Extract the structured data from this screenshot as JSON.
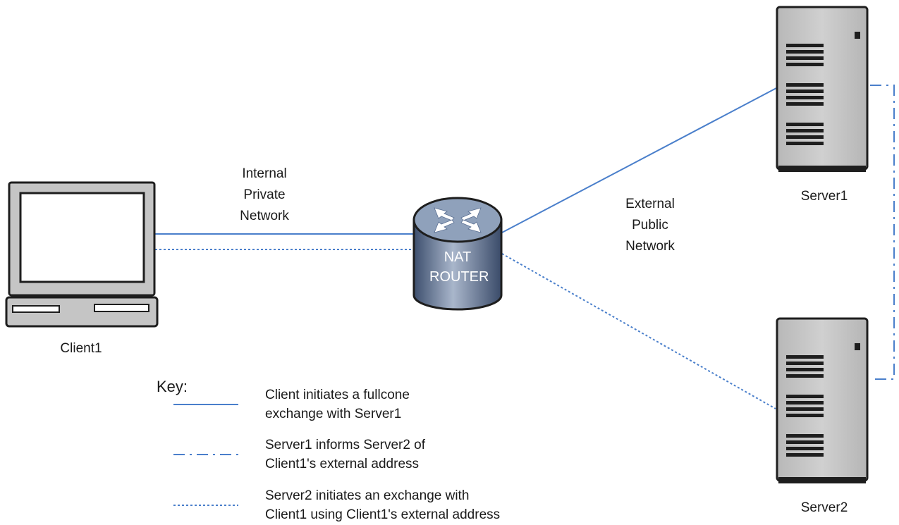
{
  "labels": {
    "internal_network": [
      "Internal",
      "Private",
      "Network"
    ],
    "external_network": [
      "External",
      "Public",
      "Network"
    ],
    "router": [
      "NAT",
      "ROUTER"
    ],
    "client": "Client1",
    "server1": "Server1",
    "server2": "Server2"
  },
  "key": {
    "title": "Key:",
    "items": [
      {
        "style": "solid",
        "text": [
          "Client initiates a fullcone",
          "exchange with Server1"
        ]
      },
      {
        "style": "dash-dot",
        "text": [
          "Server1 informs Server2 of",
          "Client1's external address"
        ]
      },
      {
        "style": "dotted",
        "text": [
          "Server2 initiates an exchange with",
          "Client1 using Client1's external address"
        ]
      }
    ]
  },
  "colors": {
    "line": "#4a7fcb",
    "device_body": "#c5c5c5",
    "device_outline": "#1e1e1e",
    "router_top": "#8fa1bb",
    "router_body": "#5a6f92"
  }
}
